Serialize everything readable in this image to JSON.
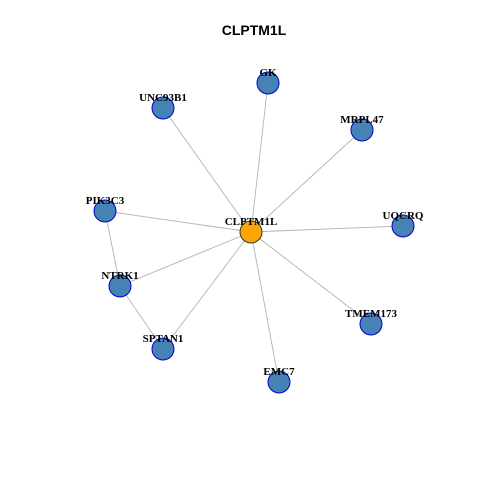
{
  "title": "CLPTM1L",
  "colors": {
    "hub_fill": "#FFA500",
    "hub_stroke": "#333333",
    "node_fill": "#4682B4",
    "node_stroke": "#0000CD",
    "edge": "#B3B3B3"
  },
  "nodes": [
    {
      "id": "CLPTM1L",
      "label": "CLPTM1L",
      "hub": true
    },
    {
      "id": "GK",
      "label": "GK"
    },
    {
      "id": "UNC93B1",
      "label": "UNC93B1"
    },
    {
      "id": "MRPL47",
      "label": "MRPL47"
    },
    {
      "id": "PIK3C3",
      "label": "PIK3C3"
    },
    {
      "id": "UQCRQ",
      "label": "UQCRQ"
    },
    {
      "id": "NTRK1",
      "label": "NTRK1"
    },
    {
      "id": "TMEM173",
      "label": "TMEM173"
    },
    {
      "id": "SPTAN1",
      "label": "SPTAN1"
    },
    {
      "id": "EMC7",
      "label": "EMC7"
    }
  ],
  "edges": [
    [
      "CLPTM1L",
      "GK"
    ],
    [
      "CLPTM1L",
      "UNC93B1"
    ],
    [
      "CLPTM1L",
      "MRPL47"
    ],
    [
      "CLPTM1L",
      "PIK3C3"
    ],
    [
      "CLPTM1L",
      "UQCRQ"
    ],
    [
      "CLPTM1L",
      "NTRK1"
    ],
    [
      "CLPTM1L",
      "TMEM173"
    ],
    [
      "CLPTM1L",
      "SPTAN1"
    ],
    [
      "CLPTM1L",
      "EMC7"
    ],
    [
      "PIK3C3",
      "NTRK1"
    ],
    [
      "NTRK1",
      "SPTAN1"
    ]
  ]
}
